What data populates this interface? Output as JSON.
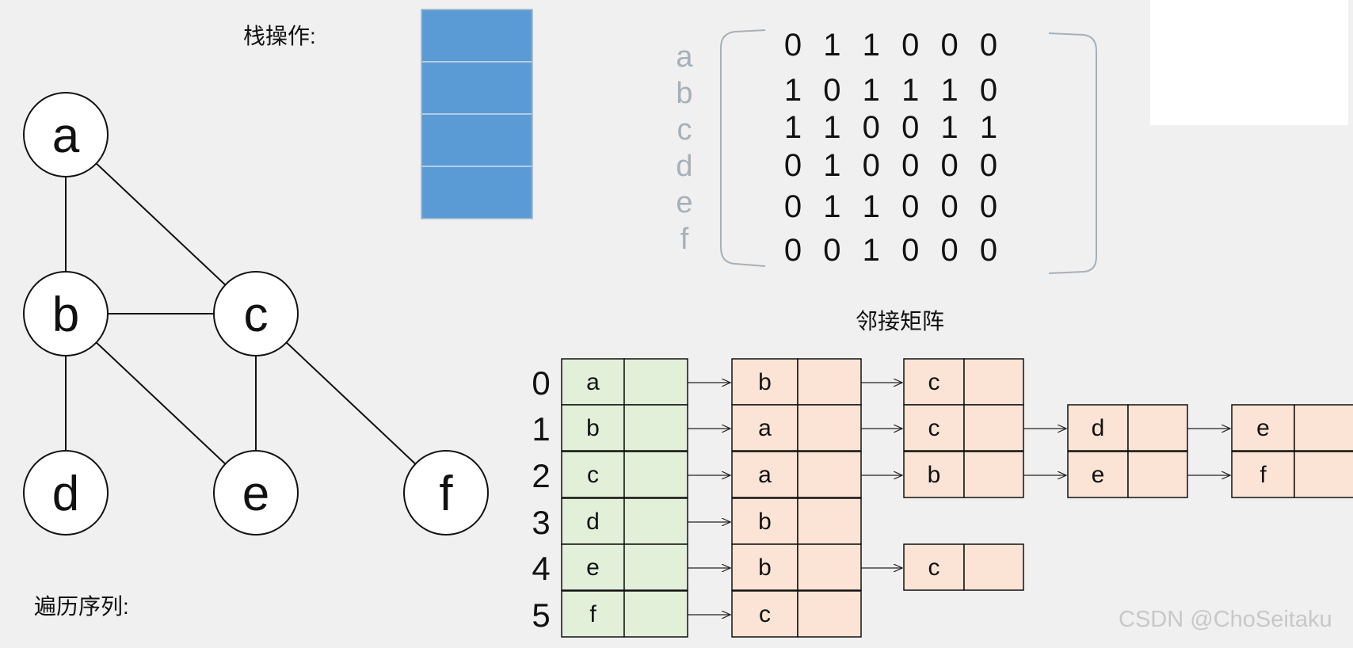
{
  "labels": {
    "stack_ops": "栈操作:",
    "traversal_seq": "遍历序列:",
    "matrix_caption": "邻接矩阵",
    "watermark": "CSDN @ChoSeitaku"
  },
  "stack": {
    "slots": 4,
    "color": "#5b9bd5"
  },
  "graph": {
    "nodes": [
      "a",
      "b",
      "c",
      "d",
      "e",
      "f"
    ],
    "edges": [
      [
        "a",
        "b"
      ],
      [
        "a",
        "c"
      ],
      [
        "b",
        "c"
      ],
      [
        "b",
        "d"
      ],
      [
        "b",
        "e"
      ],
      [
        "c",
        "e"
      ],
      [
        "c",
        "f"
      ]
    ]
  },
  "matrix": {
    "row_labels": [
      "a",
      "b",
      "c",
      "d",
      "e",
      "f"
    ],
    "rows": [
      [
        "0",
        "1",
        "1",
        "0",
        "0",
        "0"
      ],
      [
        "1",
        "0",
        "1",
        "1",
        "1",
        "0"
      ],
      [
        "1",
        "1",
        "0",
        "0",
        "1",
        "1"
      ],
      [
        "0",
        "1",
        "0",
        "0",
        "0",
        "0"
      ],
      [
        "0",
        "1",
        "1",
        "0",
        "0",
        "0"
      ],
      [
        "0",
        "0",
        "1",
        "0",
        "0",
        "0"
      ]
    ]
  },
  "adjacency_list": {
    "indices": [
      "0",
      "1",
      "2",
      "3",
      "4",
      "5"
    ],
    "heads": [
      "a",
      "b",
      "c",
      "d",
      "e",
      "f"
    ],
    "chains": [
      [
        "b",
        "c"
      ],
      [
        "a",
        "c",
        "d",
        "e"
      ],
      [
        "a",
        "b",
        "e",
        "f"
      ],
      [
        "b"
      ],
      [
        "b",
        "c"
      ],
      [
        "c"
      ]
    ],
    "head_color": "#e2efd9",
    "node_color": "#fbe4d5"
  },
  "colors": {
    "row_label": "#a6b0b8",
    "bracket": "#a6b0b8"
  }
}
